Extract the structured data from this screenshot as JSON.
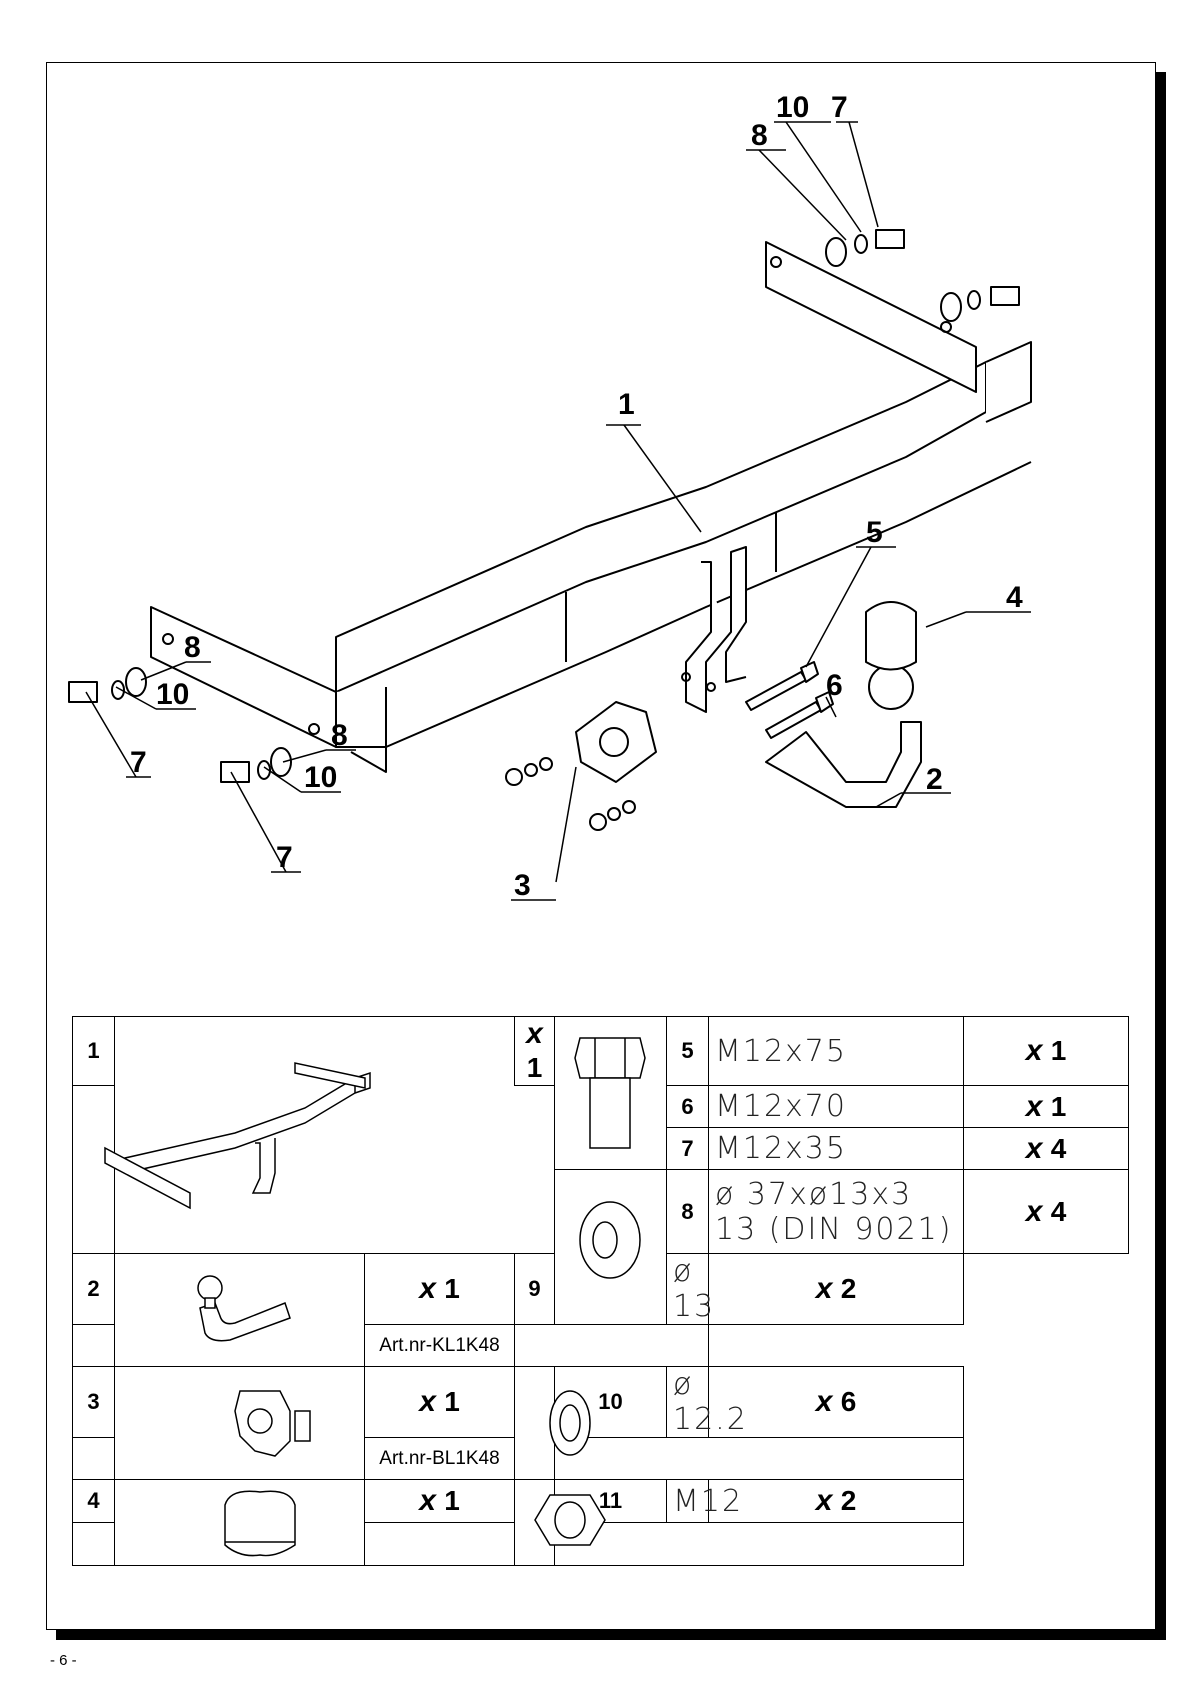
{
  "diagram": {
    "callouts": {
      "c1": "1",
      "c2": "2",
      "c3": "3",
      "c4": "4",
      "c5": "5",
      "c6": "6",
      "c7a": "7",
      "c7b": "7",
      "c7c": "7",
      "c8a": "8",
      "c8b": "8",
      "c8c": "8",
      "c10a": "10",
      "c10b": "10",
      "c10c": "10"
    }
  },
  "parts_table": {
    "left": [
      {
        "num": "1",
        "qty_prefix": "x",
        "qty": "1",
        "art": "",
        "icon": "crossbar-icon"
      },
      {
        "num": "2",
        "qty_prefix": "x",
        "qty": "1",
        "art": "Art.nr-KL1K48",
        "icon": "towball-icon"
      },
      {
        "num": "3",
        "qty_prefix": "x",
        "qty": "1",
        "art": "Art.nr-BL1K48",
        "icon": "socket-plate-icon"
      },
      {
        "num": "4",
        "qty_prefix": "x",
        "qty": "1",
        "art": "",
        "icon": "ball-cover-icon"
      }
    ],
    "right": [
      {
        "num": "5",
        "spec": "M12x75",
        "qty_prefix": "x",
        "qty": "1"
      },
      {
        "num": "6",
        "spec": "M12x70",
        "qty_prefix": "x",
        "qty": "1"
      },
      {
        "num": "7",
        "spec": "M12x35",
        "qty_prefix": "x",
        "qty": "4"
      },
      {
        "num": "8",
        "spec_line1": "ø 37xø13x3",
        "spec_line2": "13   (DIN 9021)",
        "qty_prefix": "x",
        "qty": "4"
      },
      {
        "num": "9",
        "spec": "ø 13",
        "qty_prefix": "x",
        "qty": "2"
      },
      {
        "num": "10",
        "spec": "ø 12.2",
        "qty_prefix": "x",
        "qty": "6"
      },
      {
        "num": "11",
        "spec": "M12",
        "qty_prefix": "x",
        "qty": "2"
      }
    ],
    "icons": [
      "bolt-icon",
      "washer-icon",
      "spring-washer-icon",
      "hex-nut-icon"
    ]
  },
  "page": {
    "number": "- 6 -"
  }
}
